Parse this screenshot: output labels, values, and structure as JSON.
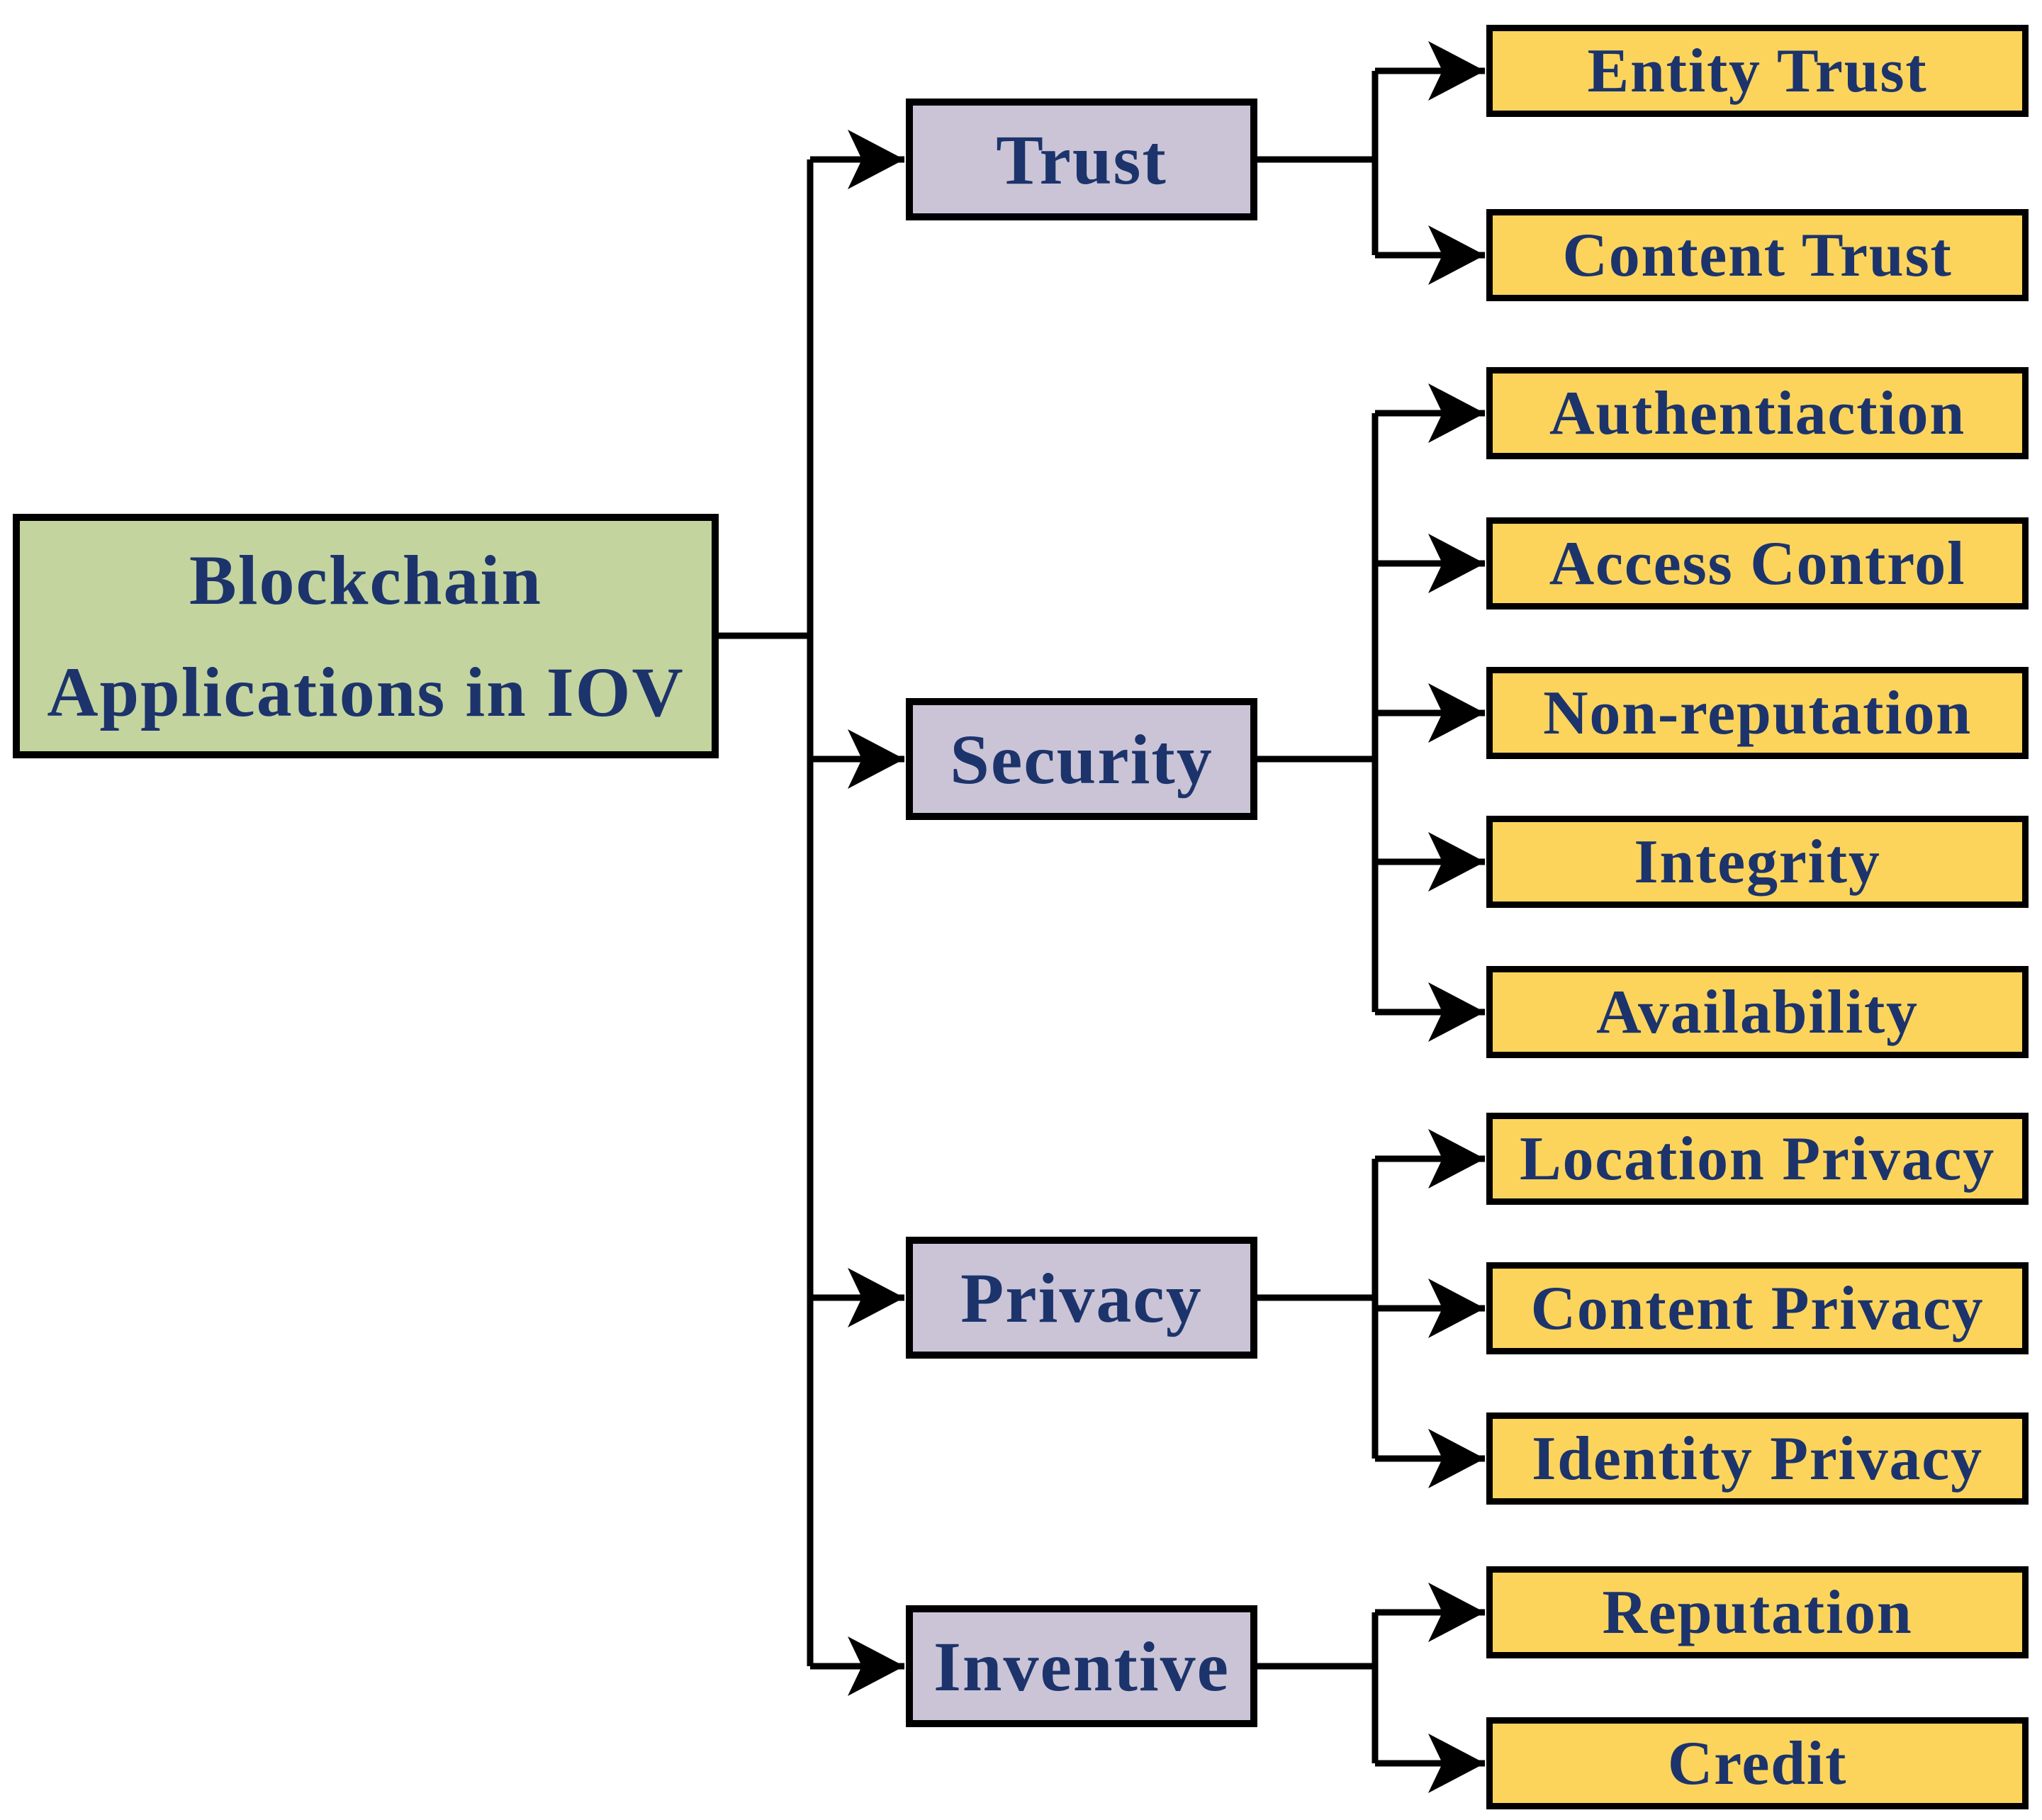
{
  "diagram": {
    "root": {
      "lines": [
        "Blockchain",
        "Applications in IOV"
      ]
    },
    "branches": [
      {
        "label": "Trust",
        "children": [
          "Entity Trust",
          "Content Trust"
        ]
      },
      {
        "label": "Security",
        "children": [
          "Authentiaction",
          "Access Control",
          "Non-reputation",
          "Integrity",
          "Availability"
        ]
      },
      {
        "label": "Privacy",
        "children": [
          "Location Privacy",
          "Content Privacy",
          "Identity Privacy"
        ]
      },
      {
        "label": "Inventive",
        "children": [
          "Reputation",
          "Credit"
        ]
      }
    ],
    "colors": {
      "root_fill": "#C4D49F",
      "branch_fill": "#CBC4D6",
      "child_fill": "#FCD45C",
      "text": "#1C346B",
      "line": "#000000",
      "background": "#FFFFFF"
    }
  }
}
